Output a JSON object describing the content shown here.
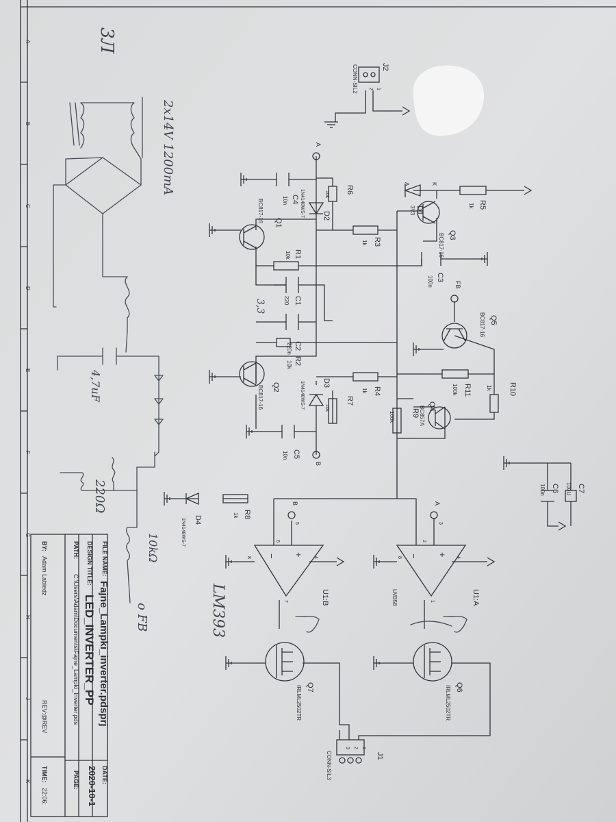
{
  "colors": {
    "paper": "#dcdedf",
    "ink": "#2f3338",
    "handwriting": "#454c58",
    "redaction": "#f6f5f6"
  },
  "title_block": {
    "file_name_label": "FILE NAME:",
    "file_name": "Fajne_Lampki_inverter.pdsprj",
    "date_label": "DATE:",
    "date": "2020-10-1",
    "design_title_label": "DESIGN TITLE:",
    "design_title": "LED_INVERTER_PP",
    "path_label": "PATH:",
    "path": "C:\\Users\\Adam\\Documents\\Fajne_Lampki_Inverter.pds",
    "page_label": "PAGE:",
    "by_label": "BY:",
    "by": "Adam Labiedz",
    "rev_label": "REV:@REV",
    "time_label": "TIME:",
    "time": "22:06:"
  },
  "border_letters": [
    "A",
    "B",
    "C",
    "D",
    "E",
    "F",
    "G",
    "H",
    "J",
    "K"
  ],
  "components": {
    "J1": {
      "ref": "J1",
      "value": "CONN-SIL3",
      "pins": [
        "1",
        "2",
        "3"
      ]
    },
    "J2": {
      "ref": "J2",
      "value": "CONN-SIL2",
      "pins": [
        "2",
        "1"
      ]
    },
    "R1": {
      "ref": "R1",
      "value": "10k"
    },
    "R2": {
      "ref": "R2",
      "value": "10k"
    },
    "R3": {
      "ref": "R3",
      "value": "1k"
    },
    "R4": {
      "ref": "R4",
      "value": "1k"
    },
    "R5": {
      "ref": "R5",
      "value": "1k"
    },
    "R6": {
      "ref": "R6",
      "value": "10k"
    },
    "R7": {
      "ref": "R7",
      "value": "10k"
    },
    "R8": {
      "ref": "R8",
      "value": "1k"
    },
    "R9": {
      "ref": "R9",
      "value": "100k"
    },
    "R10": {
      "ref": "R10",
      "value": "1k"
    },
    "R11": {
      "ref": "R11",
      "value": "100k"
    },
    "C1": {
      "ref": "C1",
      "value": "220"
    },
    "C2": {
      "ref": "C2",
      "value": "220n"
    },
    "C3": {
      "ref": "C3",
      "value": "100n"
    },
    "C4": {
      "ref": "C4",
      "value": "10n"
    },
    "C5": {
      "ref": "C5",
      "value": "10n"
    },
    "C6": {
      "ref": "C6",
      "value": "100n"
    },
    "C7": {
      "ref": "C7",
      "value": "100U"
    },
    "D1": {
      "ref": "D1",
      "value": "3V3",
      "anode": "A",
      "cathode": "K"
    },
    "D2": {
      "ref": "D2",
      "value": "1N4148WS-7"
    },
    "D3": {
      "ref": "D3",
      "value": "1N4148WS-7"
    },
    "D4": {
      "ref": "D4",
      "value": "1N4148WS-7"
    },
    "Q1": {
      "ref": "Q1",
      "value": "BC817-16"
    },
    "Q2": {
      "ref": "Q2",
      "value": "BC817-16"
    },
    "Q3": {
      "ref": "Q3",
      "value": "BC817-16"
    },
    "Q4": {
      "ref": "Q4",
      "value": "BC857A"
    },
    "Q5": {
      "ref": "Q5",
      "value": "BC817-16"
    },
    "Q6": {
      "ref": "Q6",
      "value": "IRLML2502TR"
    },
    "Q7": {
      "ref": "Q7",
      "value": "IRLML2502TR"
    },
    "U1A": {
      "ref": "U1:A",
      "value": "LM358",
      "pins": [
        "2",
        "3",
        "1",
        "8",
        "4"
      ]
    },
    "U1B": {
      "ref": "U1:B",
      "pins": [
        "6",
        "5",
        "7",
        "8",
        "4"
      ]
    }
  },
  "net_labels": {
    "a": "A",
    "b": "B",
    "fb": "FB"
  },
  "handwriting": {
    "top_note": "3Л",
    "transformer": "2x14V 1200mA",
    "cap_value": "4,7uF",
    "resistor_220": "220Ω",
    "resistor_10k": "10kΩ",
    "fb": "o FB",
    "lm_label": "LM393",
    "c1_note": "3,3"
  }
}
